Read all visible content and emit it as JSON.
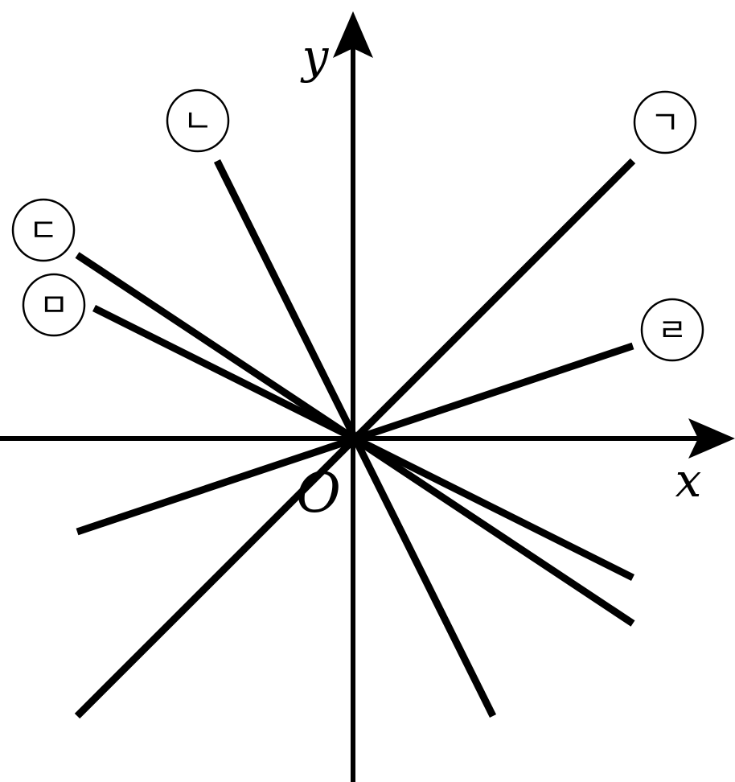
{
  "axes": {
    "x_label": "x",
    "y_label": "y",
    "origin_label": "O"
  },
  "lines": [
    {
      "label": "ㄱ"
    },
    {
      "label": "ㄴ"
    },
    {
      "label": "ㄷ"
    },
    {
      "label": "ㄹ"
    },
    {
      "label": "ㅁ"
    }
  ]
}
